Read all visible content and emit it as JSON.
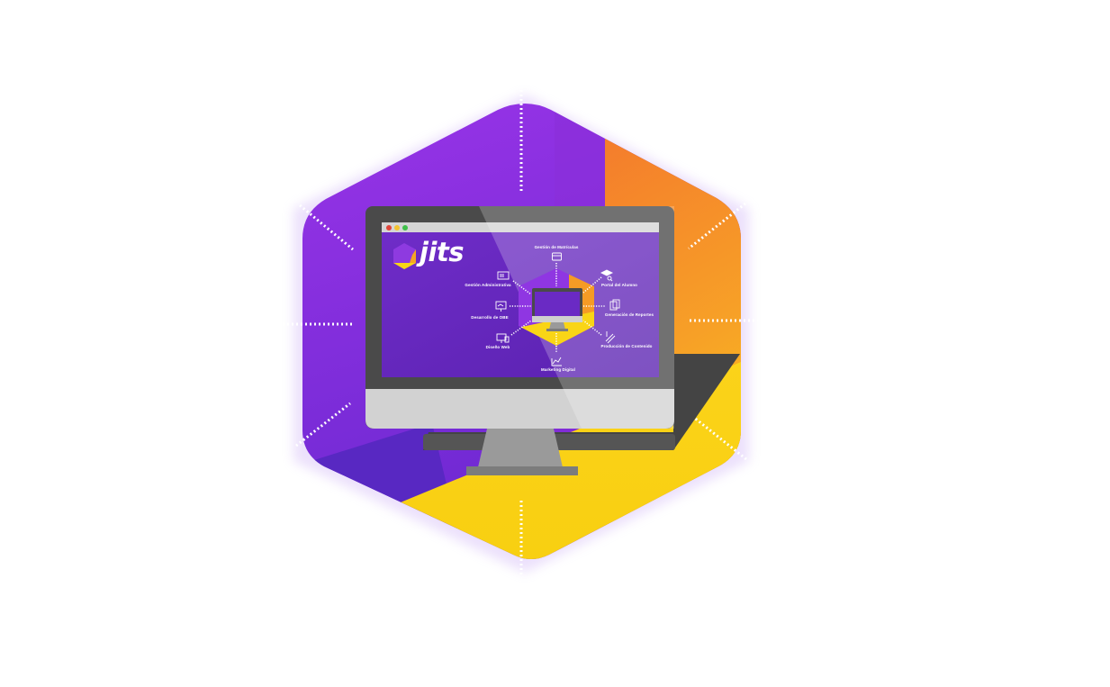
{
  "brand": {
    "logo_text": "jits",
    "colors": {
      "purple": "#8b2fe0",
      "deep_purple": "#5a20b8",
      "orange": "#f58a2a",
      "yellow": "#f9d516",
      "screen_purple": "#6d2bc6"
    }
  },
  "browser_window": {
    "controls": [
      {
        "name": "close",
        "color": "#e0443a"
      },
      {
        "name": "minimize",
        "color": "#f2c230"
      },
      {
        "name": "maximize",
        "color": "#3fbf4a"
      }
    ]
  },
  "services": [
    {
      "key": "matriculas",
      "label": "Gestión de Matrículas",
      "icon": "id-card-icon"
    },
    {
      "key": "alumno",
      "label": "Portal del Alumno",
      "icon": "graduation-cap-icon"
    },
    {
      "key": "reportes",
      "label": "Generación de Reportes",
      "icon": "documents-icon"
    },
    {
      "key": "contenido",
      "label": "Producción de Contenido",
      "icon": "pencil-ruler-icon"
    },
    {
      "key": "marketing",
      "label": "Marketing Digital",
      "icon": "line-chart-icon"
    },
    {
      "key": "web",
      "label": "Diseño Web",
      "icon": "devices-icon"
    },
    {
      "key": "obe",
      "label": "Desarrollo de OBE",
      "icon": "presentation-icon"
    },
    {
      "key": "administrativa",
      "label": "Gestión Administrativa",
      "icon": "admin-card-icon"
    }
  ]
}
